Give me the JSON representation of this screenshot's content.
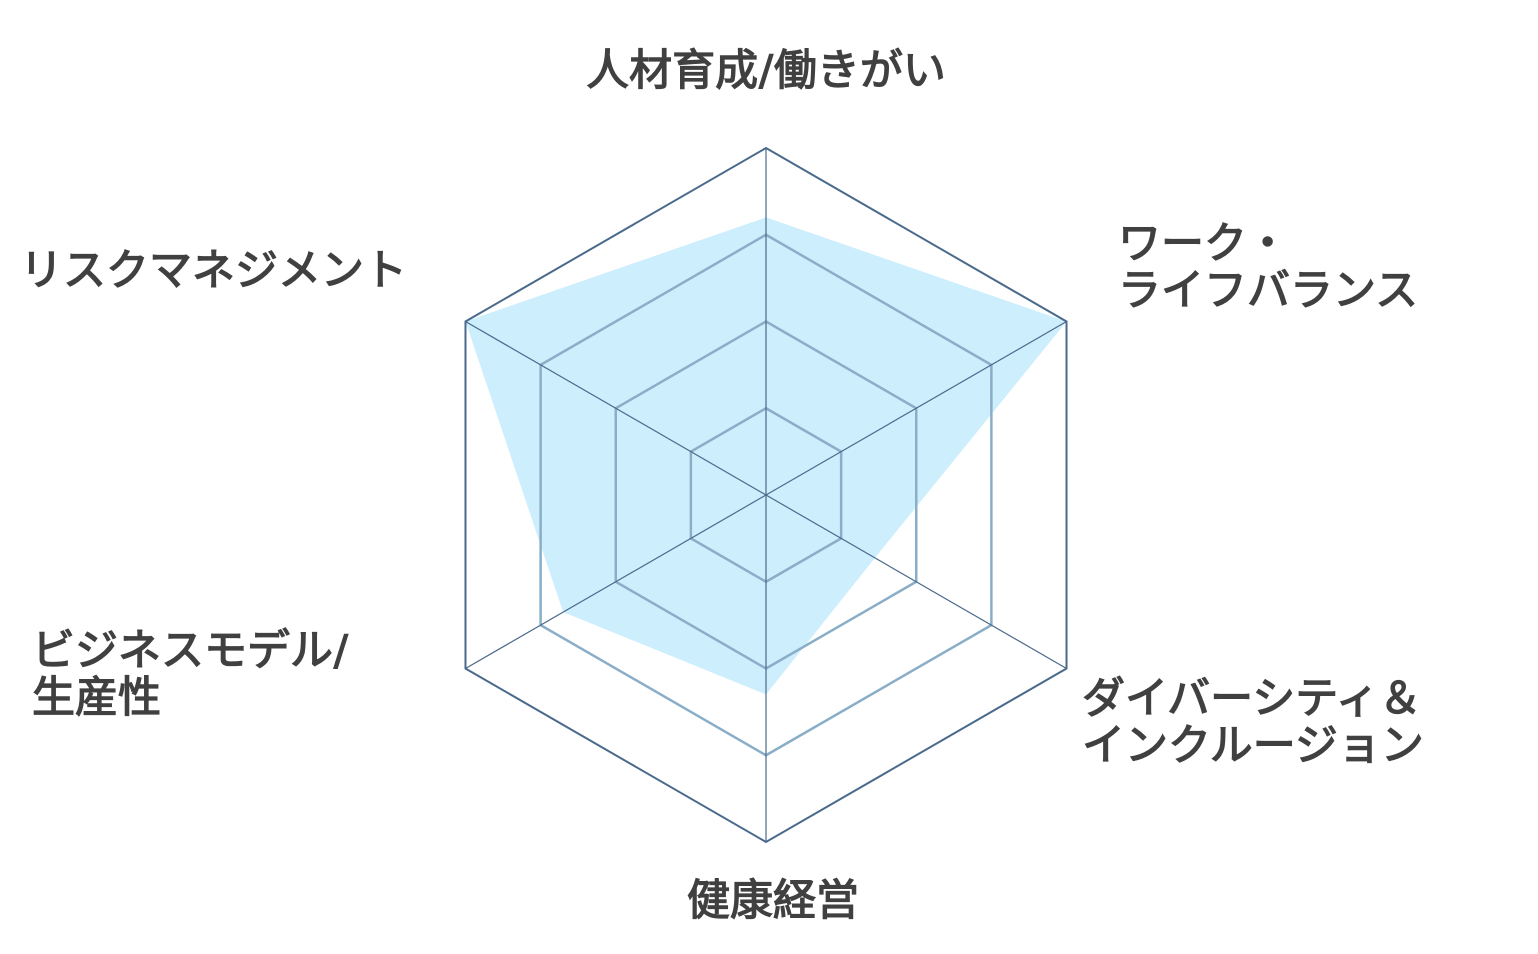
{
  "chart_data": {
    "type": "radar",
    "title": "",
    "axes": [
      {
        "label_lines": [
          "人材育成/働きがい"
        ]
      },
      {
        "label_lines": [
          "ワーク・",
          "ライフバランス"
        ]
      },
      {
        "label_lines": [
          "ダイバーシティ＆",
          "インクルージョン"
        ]
      },
      {
        "label_lines": [
          "健康経営"
        ]
      },
      {
        "label_lines": [
          "ビジネスモデル/",
          "生産性"
        ]
      },
      {
        "label_lines": [
          "リスクマネジメント"
        ]
      }
    ],
    "scale": {
      "min": 0,
      "max": 4,
      "levels": 4
    },
    "series": [
      {
        "values": [
          3.2,
          4.0,
          1.45,
          2.3,
          2.7,
          4.0
        ]
      }
    ],
    "colors": {
      "fill": "#cdeefc",
      "inner_grid": "#8aaec8",
      "outer_grid": "#4a6a8c",
      "spokes": "#4a6a8c"
    }
  }
}
